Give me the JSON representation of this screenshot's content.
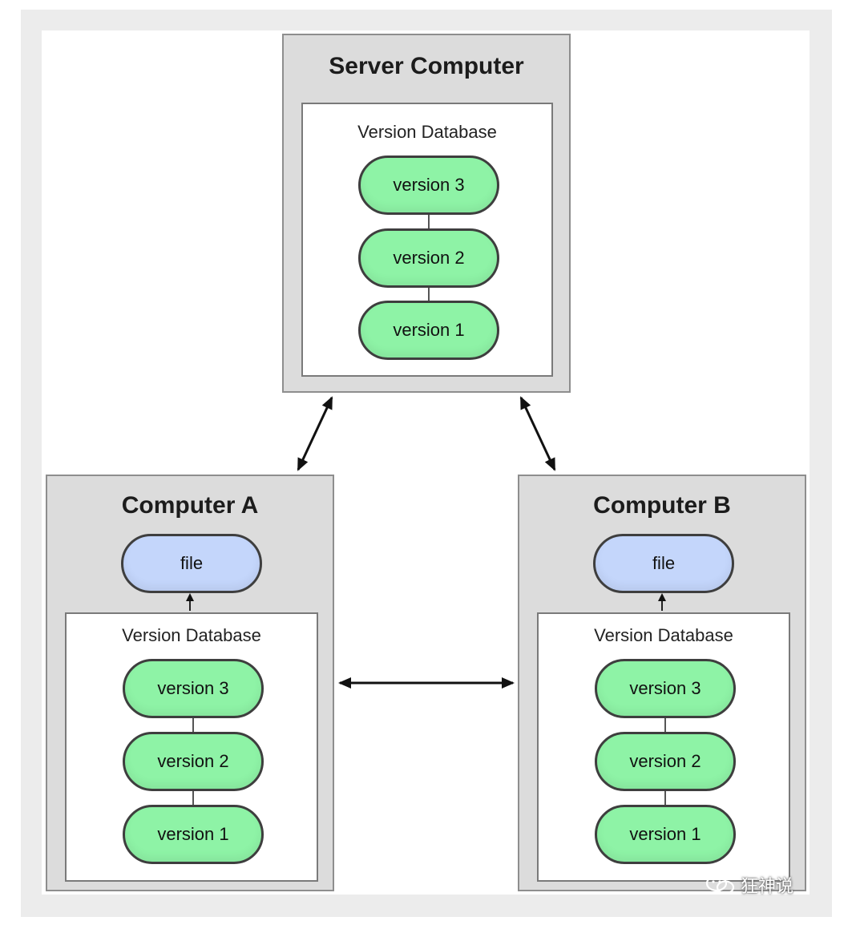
{
  "server": {
    "title": "Server Computer",
    "database_label": "Version Database",
    "versions": [
      "version 3",
      "version 2",
      "version 1"
    ]
  },
  "computer_a": {
    "title": "Computer A",
    "file_label": "file",
    "database_label": "Version Database",
    "versions": [
      "version 3",
      "version 2",
      "version 1"
    ]
  },
  "computer_b": {
    "title": "Computer B",
    "file_label": "file",
    "database_label": "Version Database",
    "versions": [
      "version 3",
      "version 2",
      "version 1"
    ]
  },
  "watermark": {
    "text": "狂神说",
    "icon": "wechat-icon"
  },
  "colors": {
    "version_fill": "#8ef3a6",
    "file_fill": "#c4d6fb",
    "computer_fill": "#dcdcdc",
    "outline": "#3e3e3e"
  }
}
